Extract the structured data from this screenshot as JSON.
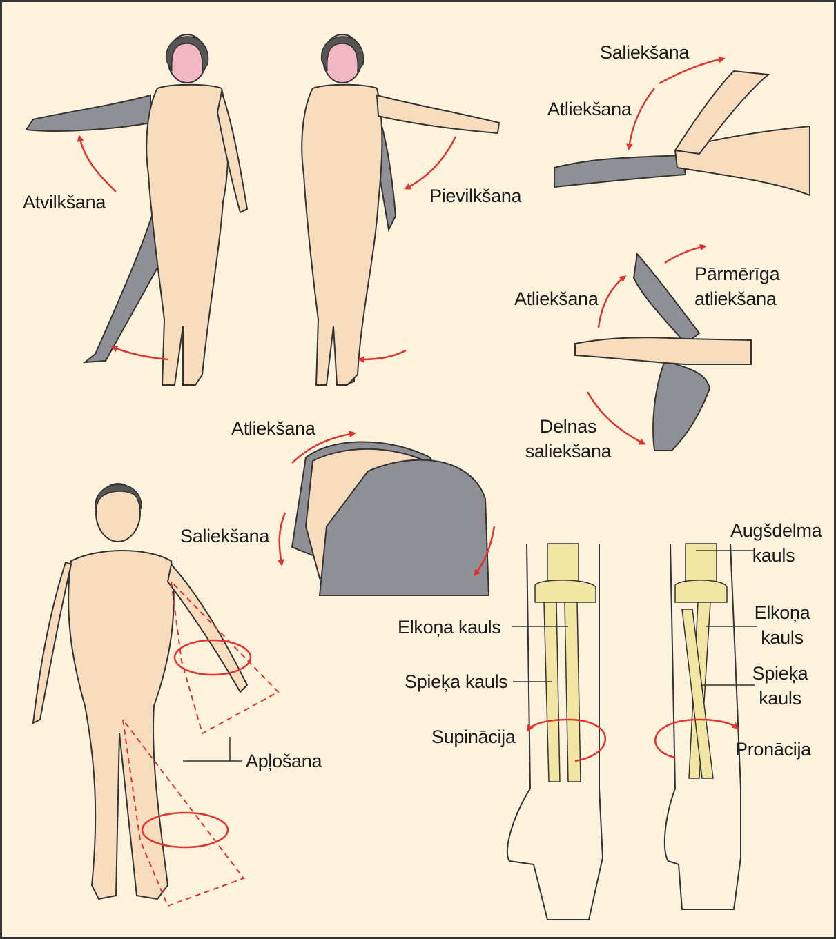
{
  "colors": {
    "background": "#fdf3dd",
    "skin": "#f8dcbe",
    "moved_part": "#8e9096",
    "bone": "#f2e6a4",
    "arrow": "#e0322f",
    "outline": "#333333"
  },
  "labels": {
    "atvilksana": "Atvilkšana",
    "pievilksana": "Pievilkšana",
    "elbow_flexion": "Saliekšana",
    "elbow_extension": "Atliekšana",
    "wrist_extension": "Atliekšana",
    "hyperextension_line1": "Pārmērīga",
    "hyperextension_line2": "atliekšana",
    "palmar_flexion_line1": "Delnas",
    "palmar_flexion_line2": "saliekšana",
    "head_extension": "Atliekšana",
    "head_flexion": "Saliekšana",
    "circumduction": "Apļošana",
    "humerus_line1": "Augšdelma",
    "humerus_line2": "kauls",
    "ulna_left": "Elkoņa kauls",
    "radius_left": "Spieķa kauls",
    "ulna_right_line1": "Elkoņa",
    "ulna_right_line2": "kauls",
    "radius_right_line1": "Spieķa",
    "radius_right_line2": "kauls",
    "supination": "Supinācija",
    "pronation": "Pronācija"
  }
}
